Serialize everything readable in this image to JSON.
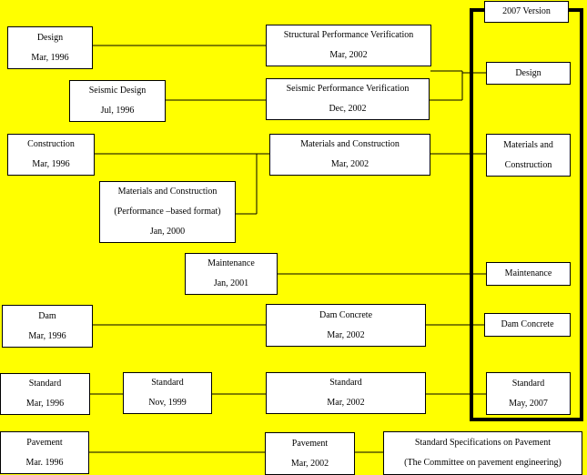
{
  "version_label": "2007 Version",
  "boxes": {
    "design": {
      "title": "Design",
      "date": "Mar, 1996"
    },
    "struct_perf": {
      "title": "Structural Performance Verification",
      "date": "Mar, 2002"
    },
    "seismic_design": {
      "title": "Seismic Design",
      "date": "Jul, 1996"
    },
    "seismic_perf": {
      "title": "Seismic Performance Verification",
      "date": "Dec, 2002"
    },
    "construction": {
      "title": "Construction",
      "date": "Mar, 1996"
    },
    "mat_const_2002": {
      "title": "Materials and Construction",
      "date": "Mar, 2002"
    },
    "mat_const_perf": {
      "title": "Materials and Construction",
      "subtitle": "(Performance –based format)",
      "date": "Jan, 2000"
    },
    "maintenance": {
      "title": "Maintenance",
      "date": "Jan, 2001"
    },
    "dam": {
      "title": "Dam",
      "date": "Mar, 1996"
    },
    "dam_concrete": {
      "title": "Dam Concrete",
      "date": "Mar, 2002"
    },
    "standard_1996": {
      "title": "Standard",
      "date": "Mar, 1996"
    },
    "standard_1999": {
      "title": "Standard",
      "date": "Nov, 1999"
    },
    "standard_2002": {
      "title": "Standard",
      "date": "Mar, 2002"
    },
    "pavement_1996": {
      "title": "Pavement",
      "date": "Mar. 1996"
    },
    "pavement_2002": {
      "title": "Pavement",
      "date": "Mar, 2002"
    },
    "std_spec_pavement": {
      "title": "Standard Specifications on Pavement",
      "subtitle": "(The Committee on pavement engineering)"
    }
  },
  "v2007": {
    "design": "Design",
    "mat_const_line1": "Materials and",
    "mat_const_line2": "Construction",
    "maintenance": "Maintenance",
    "dam_concrete": "Dam Concrete",
    "standard": "Standard",
    "standard_date": "May, 2007"
  },
  "colors": {
    "background": "#ffff00",
    "box": "#ffffff",
    "line": "#000000"
  }
}
